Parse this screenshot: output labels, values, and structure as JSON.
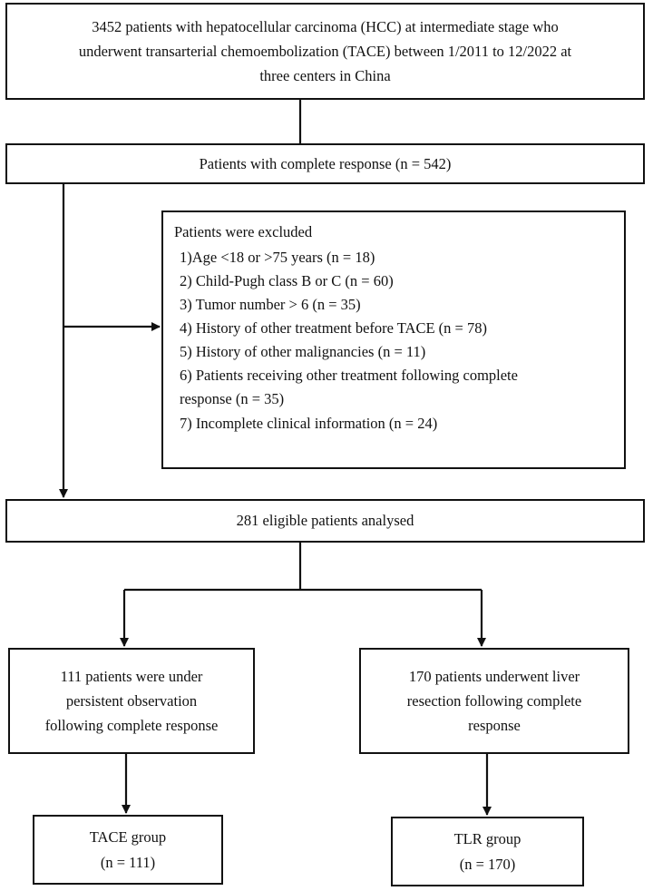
{
  "flowchart": {
    "population": {
      "lines": [
        "3452 patients with hepatocellular carcinoma (HCC) at intermediate stage who",
        "underwent transarterial chemoembolization (TACE) between 1/2011 to 12/2022 at",
        "three centers in China"
      ]
    },
    "complete_response": "Patients with complete response (n = 542)",
    "excluded": {
      "title": "Patients were excluded",
      "items": [
        "1)Age <18 or >75 years (n = 18)",
        "2) Child-Pugh class B or C (n = 60)",
        "3) Tumor number > 6 (n = 35)",
        "4) History of other treatment before TACE (n = 78)",
        "5) History of other malignancies (n = 11)",
        "6)  Patients receiving other treatment following complete",
        "response (n = 35)",
        "7) Incomplete clinical information (n = 24)"
      ]
    },
    "eligible": "281 eligible patients analysed",
    "tace_branch": {
      "lines": [
        "111 patients were under",
        "persistent observation",
        "following complete response"
      ],
      "group_name": "TACE group",
      "group_n": "(n = 111)"
    },
    "tlr_branch": {
      "lines": [
        "170 patients underwent liver",
        "resection following complete",
        "response"
      ],
      "group_name": "TLR group",
      "group_n": "(n = 170)"
    }
  },
  "colors": {
    "line": "#111111",
    "background": "#ffffff"
  }
}
